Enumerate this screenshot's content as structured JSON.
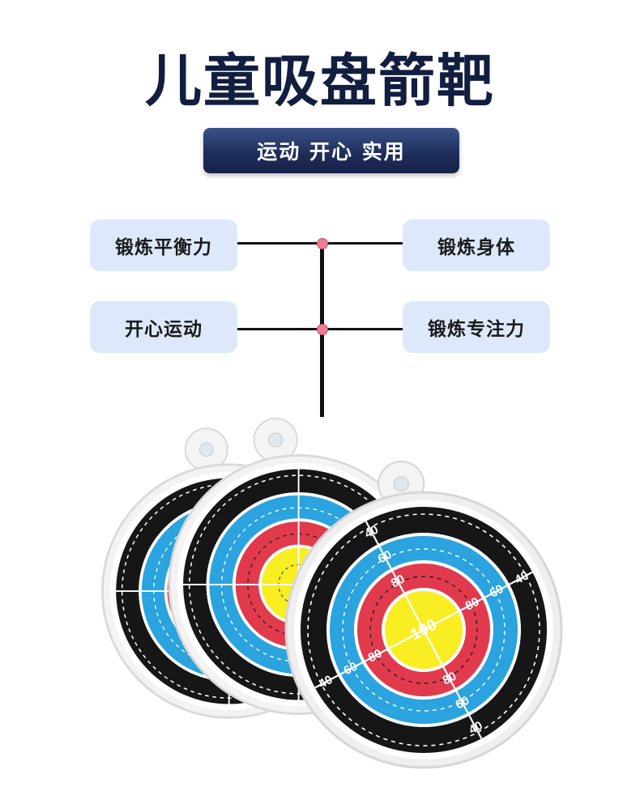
{
  "title": "儿童吸盘箭靶",
  "subtitle": "运动 开心 实用",
  "features": {
    "left_top": "锻炼平衡力",
    "left_bottom": "开心运动",
    "right_top": "锻炼身体",
    "right_bottom": "锻炼专注力"
  },
  "target_labels": {
    "outer": "40",
    "middle": "60",
    "inner": "80",
    "center": "100"
  },
  "colors": {
    "title": "#121e3f",
    "pill": "#1d2c58",
    "tag_bg": "#dde9fb",
    "ring_black": "#161616",
    "ring_blue": "#2aa3df",
    "ring_red": "#e23a4d",
    "ring_yellow": "#f9ee22",
    "connector_dot": "#f07c93"
  }
}
